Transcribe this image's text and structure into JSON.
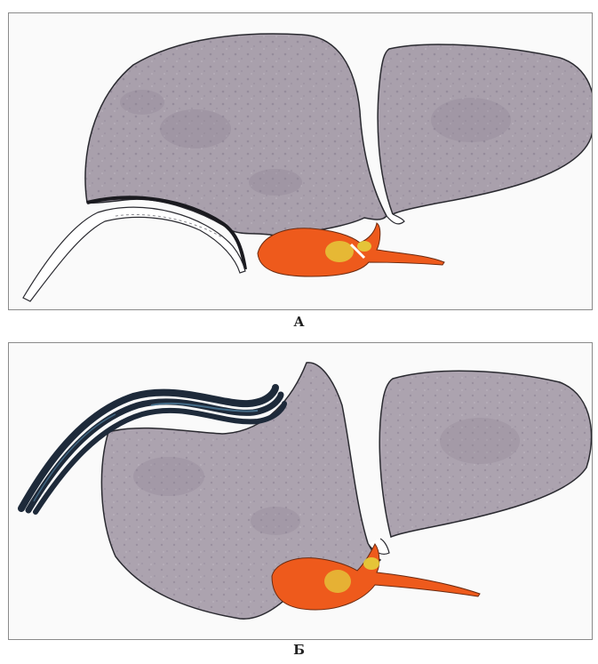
{
  "figure": {
    "panels": [
      {
        "id": "A",
        "caption": "А"
      },
      {
        "id": "B",
        "caption": "Б"
      }
    ]
  },
  "colors": {
    "liver": "#a9a0ac",
    "liver_shade": "#8e8494",
    "outline": "#2a2a30",
    "gallbladder_orange": "#ee5a1c",
    "gallbladder_yellow": "#e3cf3c",
    "duct_orange": "#e8602a",
    "probe_a": "#ffffff",
    "probe_b": "#1e2a3a",
    "probe_b_highlight": "#4f7d9c",
    "frame": "#8a8a8a"
  },
  "icons": [
    "liver-shape",
    "gallbladder-shape",
    "bile-duct",
    "surgical-instrument"
  ]
}
